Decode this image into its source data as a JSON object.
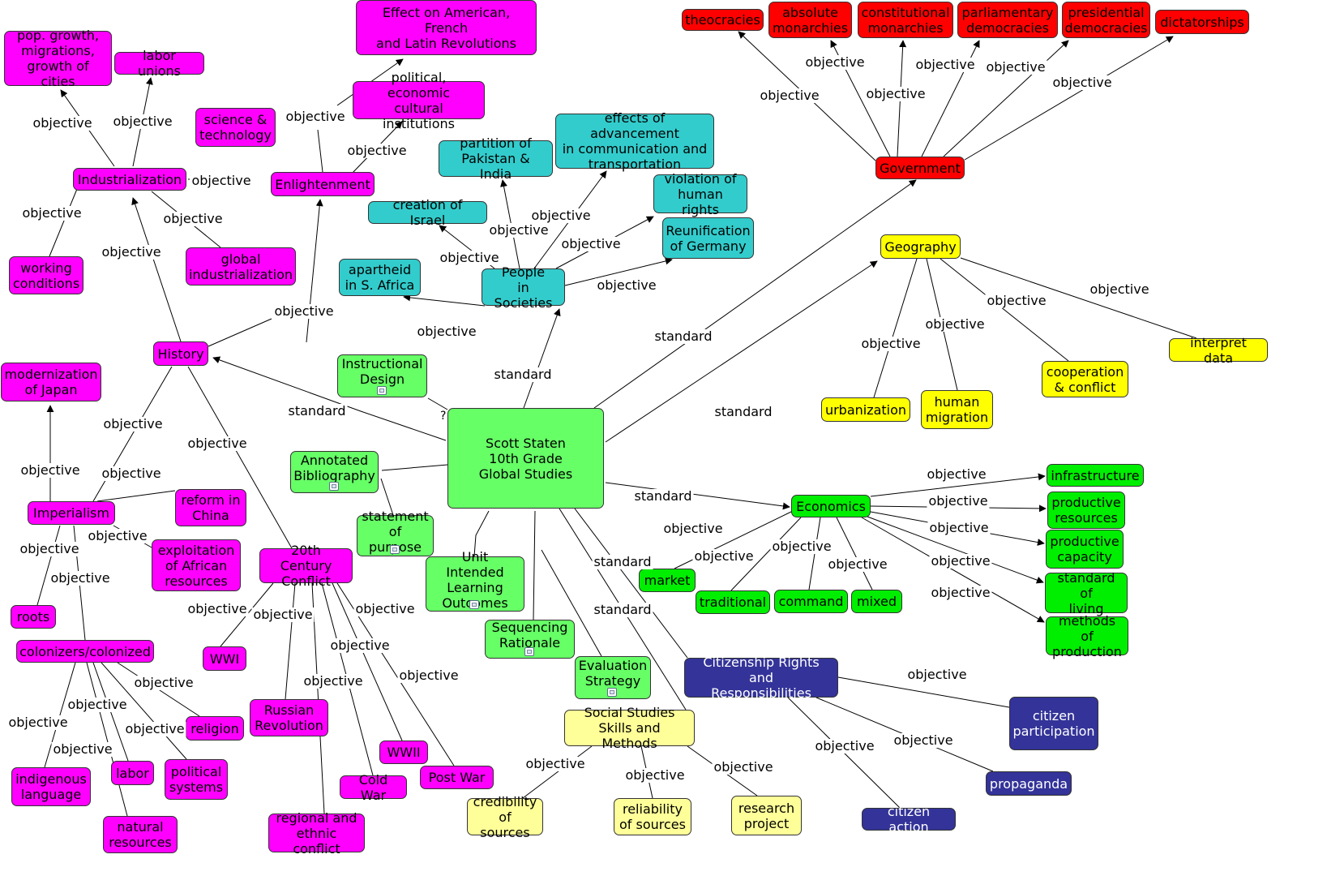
{
  "colors": {
    "magenta": "#ff00ff",
    "teal": "#33cccc",
    "red": "#ff0000",
    "yellow": "#ffff00",
    "lightgreen": "#66ff66",
    "green": "#00ee00",
    "navy": "#333399",
    "paleyellow": "#ffff99"
  },
  "link_labels": {
    "objective": "objective",
    "standard": "standard",
    "unknown": "?"
  },
  "nodes": [
    {
      "id": "center",
      "text": "Scott Staten\n10th Grade\nGlobal Studies",
      "color": "lightgreen"
    },
    {
      "id": "history",
      "text": "History",
      "color": "magenta"
    },
    {
      "id": "industrialization",
      "text": "Industrialization",
      "color": "magenta"
    },
    {
      "id": "popgrowth",
      "text": "pop. growth,\nmigrations,\ngrowth of cities",
      "color": "magenta"
    },
    {
      "id": "laborunions",
      "text": "labor unions",
      "color": "magenta"
    },
    {
      "id": "scitech",
      "text": "science &\ntechnology",
      "color": "magenta"
    },
    {
      "id": "workingcond",
      "text": "working\nconditions",
      "color": "magenta"
    },
    {
      "id": "globalind",
      "text": "global\nindustrialization",
      "color": "magenta"
    },
    {
      "id": "enlightenment",
      "text": "Enlightenment",
      "color": "magenta"
    },
    {
      "id": "politicalinst",
      "text": "political, economic\ncultural institutions",
      "color": "magenta"
    },
    {
      "id": "effectrev",
      "text": "Effect on American, French\nand Latin Revolutions",
      "color": "magenta"
    },
    {
      "id": "modjapan",
      "text": "modernization\nof Japan",
      "color": "magenta"
    },
    {
      "id": "imperialism",
      "text": "Imperialism",
      "color": "magenta"
    },
    {
      "id": "reformchina",
      "text": "reform in\nChina",
      "color": "magenta"
    },
    {
      "id": "exploitation",
      "text": "exploitation\nof African\nresources",
      "color": "magenta"
    },
    {
      "id": "roots",
      "text": "roots",
      "color": "magenta"
    },
    {
      "id": "colonizers",
      "text": "colonizers/colonized",
      "color": "magenta"
    },
    {
      "id": "indigenous",
      "text": "indigenous\nlanguage",
      "color": "magenta"
    },
    {
      "id": "labor",
      "text": "labor",
      "color": "magenta"
    },
    {
      "id": "polsystems",
      "text": "political\nsystems",
      "color": "magenta"
    },
    {
      "id": "religion",
      "text": "religion",
      "color": "magenta"
    },
    {
      "id": "naturalres",
      "text": "natural\nresources",
      "color": "magenta"
    },
    {
      "id": "conflict20",
      "text": "20th Century\nConflict",
      "color": "magenta"
    },
    {
      "id": "wwi",
      "text": "WWI",
      "color": "magenta"
    },
    {
      "id": "russianrev",
      "text": "Russian\nRevolution",
      "color": "magenta"
    },
    {
      "id": "coldwar",
      "text": "Cold War",
      "color": "magenta"
    },
    {
      "id": "wwii",
      "text": "WWII",
      "color": "magenta"
    },
    {
      "id": "postwar",
      "text": "Post War",
      "color": "magenta"
    },
    {
      "id": "regional",
      "text": "regional and\nethnic conflict",
      "color": "magenta"
    },
    {
      "id": "people",
      "text": "People\nin Societies",
      "color": "teal"
    },
    {
      "id": "partition",
      "text": "partition of\nPakistan & India",
      "color": "teal"
    },
    {
      "id": "effectsadv",
      "text": "effects of advancement\nin communication and\ntransportation",
      "color": "teal"
    },
    {
      "id": "israel",
      "text": "creation of Israel",
      "color": "teal"
    },
    {
      "id": "humanrights",
      "text": "violation of\nhuman rights",
      "color": "teal"
    },
    {
      "id": "germany",
      "text": "Reunification\nof Germany",
      "color": "teal"
    },
    {
      "id": "apartheid",
      "text": "apartheid\nin S. Africa",
      "color": "teal"
    },
    {
      "id": "government",
      "text": "Government",
      "color": "red"
    },
    {
      "id": "theocracies",
      "text": "theocracies",
      "color": "red"
    },
    {
      "id": "absmon",
      "text": "absolute\nmonarchies",
      "color": "red"
    },
    {
      "id": "constmon",
      "text": "constitutional\nmonarchies",
      "color": "red"
    },
    {
      "id": "parldem",
      "text": "parliamentary\ndemocracies",
      "color": "red"
    },
    {
      "id": "presdem",
      "text": "presidential\ndemocracies",
      "color": "red"
    },
    {
      "id": "dictatorships",
      "text": "dictatorships",
      "color": "red"
    },
    {
      "id": "geography",
      "text": "Geography",
      "color": "yellow"
    },
    {
      "id": "urbanization",
      "text": "urbanization",
      "color": "yellow"
    },
    {
      "id": "humanmig",
      "text": "human\nmigration",
      "color": "yellow"
    },
    {
      "id": "coopconflict",
      "text": "cooperation\n& conflict",
      "color": "yellow"
    },
    {
      "id": "interpret",
      "text": "interpret data",
      "color": "yellow"
    },
    {
      "id": "economics",
      "text": "Economics",
      "color": "green"
    },
    {
      "id": "infrastructure",
      "text": "infrastructure",
      "color": "green"
    },
    {
      "id": "prodres",
      "text": "productive\nresources",
      "color": "green"
    },
    {
      "id": "prodcap",
      "text": "productive\ncapacity",
      "color": "green"
    },
    {
      "id": "stdliving",
      "text": "standard of\nliving",
      "color": "green"
    },
    {
      "id": "methods",
      "text": "methods of\nproduction",
      "color": "green"
    },
    {
      "id": "market",
      "text": "market",
      "color": "green"
    },
    {
      "id": "traditional",
      "text": "traditional",
      "color": "green"
    },
    {
      "id": "command",
      "text": "command",
      "color": "green"
    },
    {
      "id": "mixed",
      "text": "mixed",
      "color": "green"
    },
    {
      "id": "citizenship",
      "text": "Citizenship Rights and\nResponsibilities",
      "color": "navy"
    },
    {
      "id": "citizenpart",
      "text": "citizen\nparticipation",
      "color": "navy"
    },
    {
      "id": "propaganda",
      "text": "propaganda",
      "color": "navy"
    },
    {
      "id": "citizenaction",
      "text": "citizen action",
      "color": "navy"
    },
    {
      "id": "ssskills",
      "text": "Social Studies\nSkills and Methods",
      "color": "paleyellow"
    },
    {
      "id": "credibility",
      "text": "credibility\nof sources",
      "color": "paleyellow"
    },
    {
      "id": "reliability",
      "text": "reliability\nof sources",
      "color": "paleyellow"
    },
    {
      "id": "research",
      "text": "research\nproject",
      "color": "paleyellow"
    },
    {
      "id": "instructional",
      "text": "Instructional\nDesign",
      "color": "lightgreen",
      "doc": true
    },
    {
      "id": "annotated",
      "text": "Annotated\nBibliography",
      "color": "lightgreen",
      "doc": true
    },
    {
      "id": "purpose",
      "text": "statement\nof purpose",
      "color": "lightgreen",
      "doc": true
    },
    {
      "id": "unitoutcomes",
      "text": "Unit Intended\nLearning\nOutcomes",
      "color": "lightgreen",
      "doc": true
    },
    {
      "id": "sequencing",
      "text": "Sequencing\nRationale",
      "color": "lightgreen",
      "doc": true
    },
    {
      "id": "evaluation",
      "text": "Evaluation\nStrategy",
      "color": "lightgreen",
      "doc": true
    }
  ]
}
